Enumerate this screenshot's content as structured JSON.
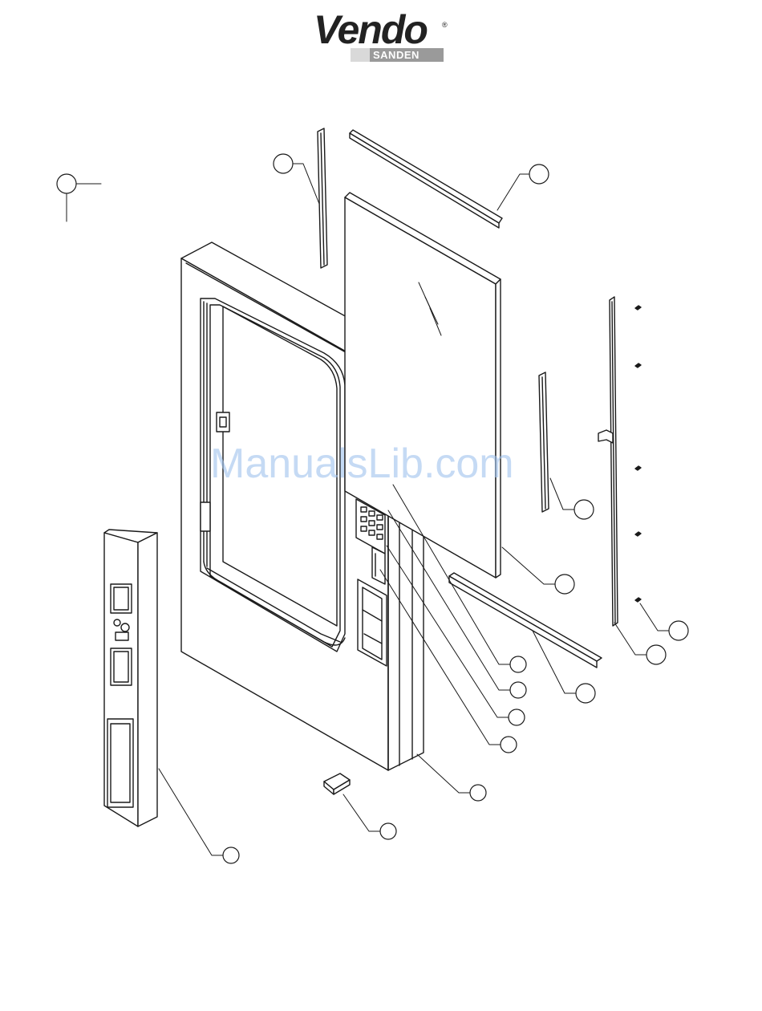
{
  "logo": {
    "brand": "Vendo",
    "registered": "®",
    "sub_brand": "SANDEN"
  },
  "watermark": "ManualsLib.com",
  "callouts": [
    {
      "id": "callout-01",
      "label": ""
    },
    {
      "id": "callout-02",
      "label": ""
    },
    {
      "id": "callout-03",
      "label": ""
    },
    {
      "id": "callout-04",
      "label": ""
    },
    {
      "id": "callout-05",
      "label": ""
    },
    {
      "id": "callout-06",
      "label": ""
    },
    {
      "id": "callout-07",
      "label": ""
    },
    {
      "id": "callout-08",
      "label": ""
    },
    {
      "id": "callout-09",
      "label": ""
    },
    {
      "id": "callout-10",
      "label": ""
    },
    {
      "id": "callout-11",
      "label": ""
    },
    {
      "id": "callout-12",
      "label": ""
    },
    {
      "id": "callout-13",
      "label": ""
    },
    {
      "id": "callout-14",
      "label": ""
    },
    {
      "id": "callout-15",
      "label": ""
    },
    {
      "id": "callout-16",
      "label": ""
    },
    {
      "id": "callout-17",
      "label": ""
    }
  ],
  "colors": {
    "line": "#1a1a1a",
    "logo_text": "#222222",
    "logo_bar": "#9a9a9a",
    "watermark": "#9fc3ee"
  }
}
